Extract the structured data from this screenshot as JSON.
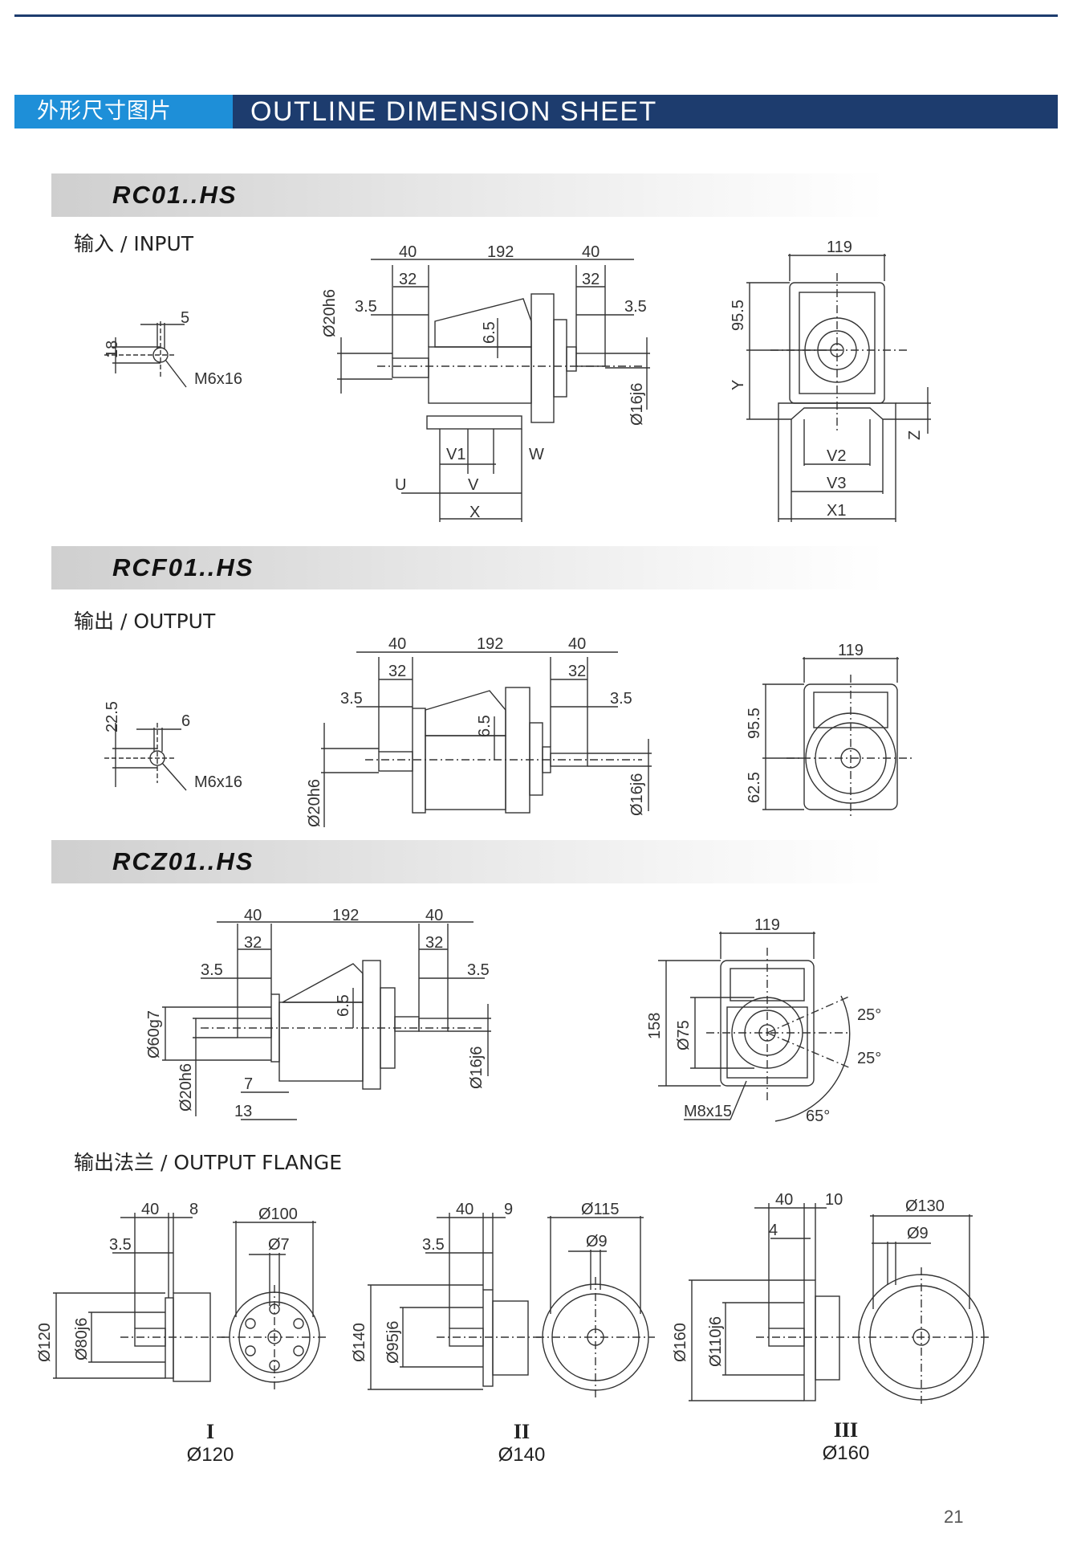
{
  "header": {
    "title_cn": "外形尺寸图片",
    "title_en": "OUTLINE DIMENSION SHEET"
  },
  "sections": [
    {
      "model": "RC01..HS",
      "label": "输入 / INPUT"
    },
    {
      "model": "RCF01..HS",
      "label": "输出 / OUTPUT"
    },
    {
      "model": "RCZ01..HS",
      "label": ""
    }
  ],
  "flange_label": "输出法兰 / OUTPUT FLANGE",
  "rc01": {
    "key_dims": {
      "w": "5",
      "h": "18",
      "thread": "M6x16"
    },
    "side_dims": {
      "l1": "40",
      "l2": "192",
      "l3": "40",
      "s1": "32",
      "s2": "32",
      "k1": "3.5",
      "k2": "3.5",
      "shaft_in": "Ø20h6",
      "shaft_out": "Ø16j6",
      "h": "6.5"
    },
    "foot_dims": {
      "v1": "V1",
      "w": "W",
      "u": "U",
      "v": "V",
      "x": "X"
    },
    "end_dims": {
      "width": "119",
      "height": "95.5",
      "y": "Y",
      "z": "Z",
      "v2": "V2",
      "v3": "V3",
      "x1": "X1"
    }
  },
  "rcf01": {
    "key_dims": {
      "w": "6",
      "h": "22.5",
      "thread": "M6x16"
    },
    "side_dims": {
      "l1": "40",
      "l2": "192",
      "l3": "40",
      "s1": "32",
      "s2": "32",
      "k1": "3.5",
      "k2": "3.5",
      "shaft_in": "Ø20h6",
      "shaft_out": "Ø16j6",
      "h": "6.5"
    },
    "end_dims": {
      "width": "119",
      "h1": "95.5",
      "h2": "62.5"
    }
  },
  "rcz01": {
    "side_dims": {
      "l1": "40",
      "l2": "192",
      "l3": "40",
      "s1": "32",
      "s2": "32",
      "k1": "3.5",
      "k2": "3.5",
      "pilot": "Ø60g7",
      "shaft_in": "Ø20h6",
      "shaft_out": "Ø16j6",
      "h": "6.5",
      "t1": "7",
      "t2": "13"
    },
    "end_dims": {
      "width": "119",
      "height": "158",
      "bolt_circle": "Ø75",
      "bolt": "M8x15",
      "a1": "25°",
      "a2": "25°",
      "a3": "65°"
    }
  },
  "flanges": [
    {
      "roman": "I",
      "diameter": "Ø120",
      "l": "40",
      "t": "8",
      "k": "3.5",
      "outer": "Ø120",
      "pilot": "Ø80j6",
      "pcd": "Ø100",
      "hole": "Ø7"
    },
    {
      "roman": "II",
      "diameter": "Ø140",
      "l": "40",
      "t": "9",
      "k": "3.5",
      "outer": "Ø140",
      "pilot": "Ø95j6",
      "pcd": "Ø115",
      "hole": "Ø9"
    },
    {
      "roman": "III",
      "diameter": "Ø160",
      "l": "40",
      "t": "10",
      "k": "4",
      "outer": "Ø160",
      "pilot": "Ø110j6",
      "pcd": "Ø130",
      "hole": "Ø9"
    }
  ],
  "page_number": "21"
}
